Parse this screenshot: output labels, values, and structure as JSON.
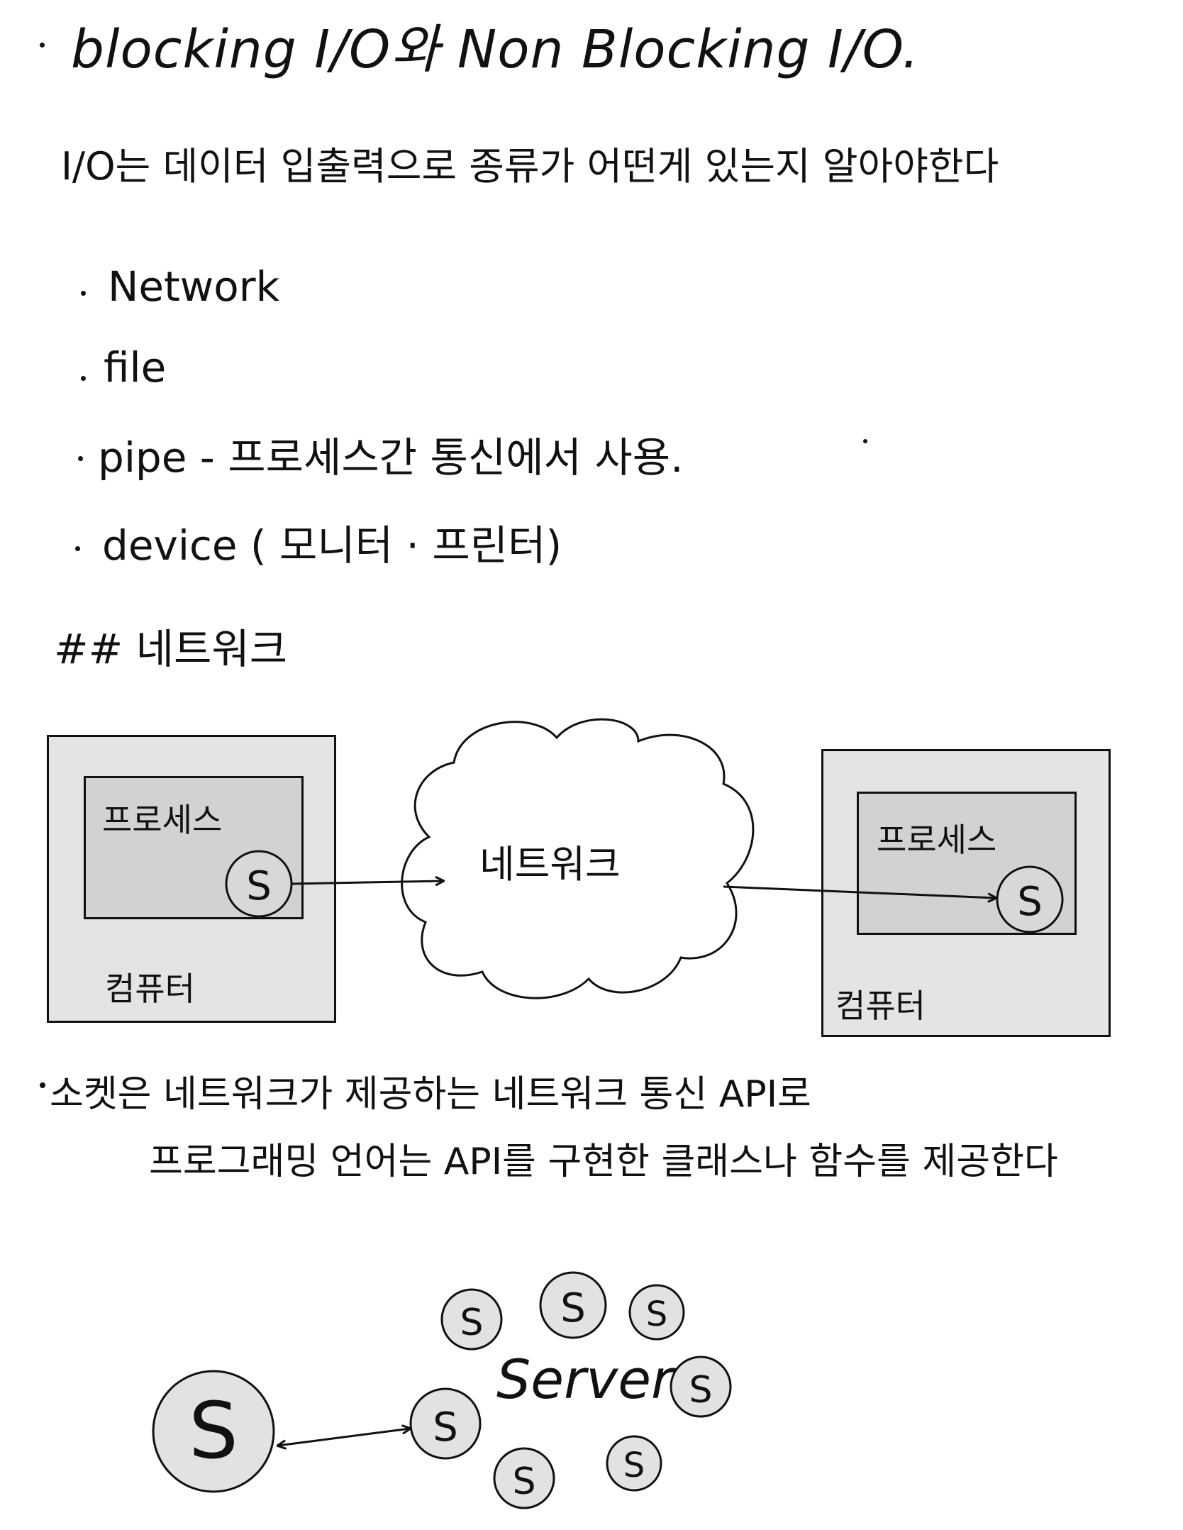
{
  "title": "blocking I/O와 Non Blocking I/O.",
  "intro": "I/O는 데이터 입출력으로 종류가 어떤게 있는지 알아야한다",
  "io_types": [
    "Network",
    "file",
    "pipe - 프로세스간 통신에서 사용.",
    "device ( 모니터 · 프린터)"
  ],
  "network_heading": "## 네트워크",
  "diagram": {
    "left_process": "프로세스",
    "left_computer": "컴퓨터",
    "network": "네트워크",
    "right_process": "프로세스",
    "right_computer": "컴퓨터",
    "socket_letter": "S"
  },
  "socket_desc": [
    "소켓은 네트워크가 제공하는 네트워크 통신 API로",
    "프로그래밍 언어는 API를 구현한 클래스나 함수를 제공한다"
  ],
  "server_diagram": {
    "server_label": "Server",
    "socket_letter": "S"
  }
}
